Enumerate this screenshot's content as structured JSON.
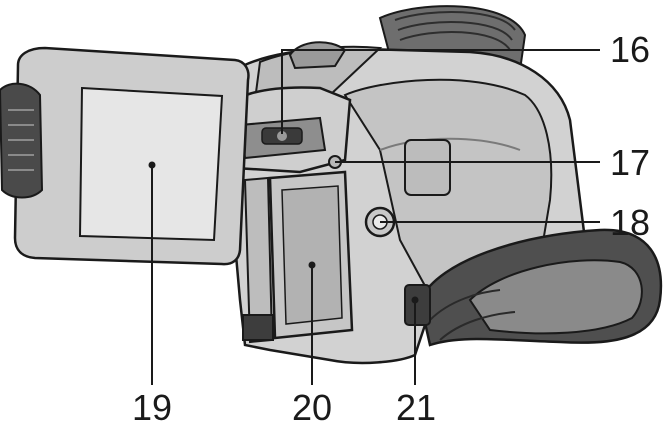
{
  "figure": {
    "subject": "camcorder",
    "callouts": [
      {
        "id": "16",
        "label": "16"
      },
      {
        "id": "17",
        "label": "17"
      },
      {
        "id": "18",
        "label": "18"
      },
      {
        "id": "19",
        "label": "19"
      },
      {
        "id": "20",
        "label": "20"
      },
      {
        "id": "21",
        "label": "21"
      }
    ]
  },
  "colors": {
    "outline": "#1a1a1a",
    "body_light": "#d6d6d6",
    "body_mid": "#a9a9a9",
    "body_dark": "#5a5a5a",
    "screen": "#e4e4e4",
    "background": "#ffffff"
  }
}
